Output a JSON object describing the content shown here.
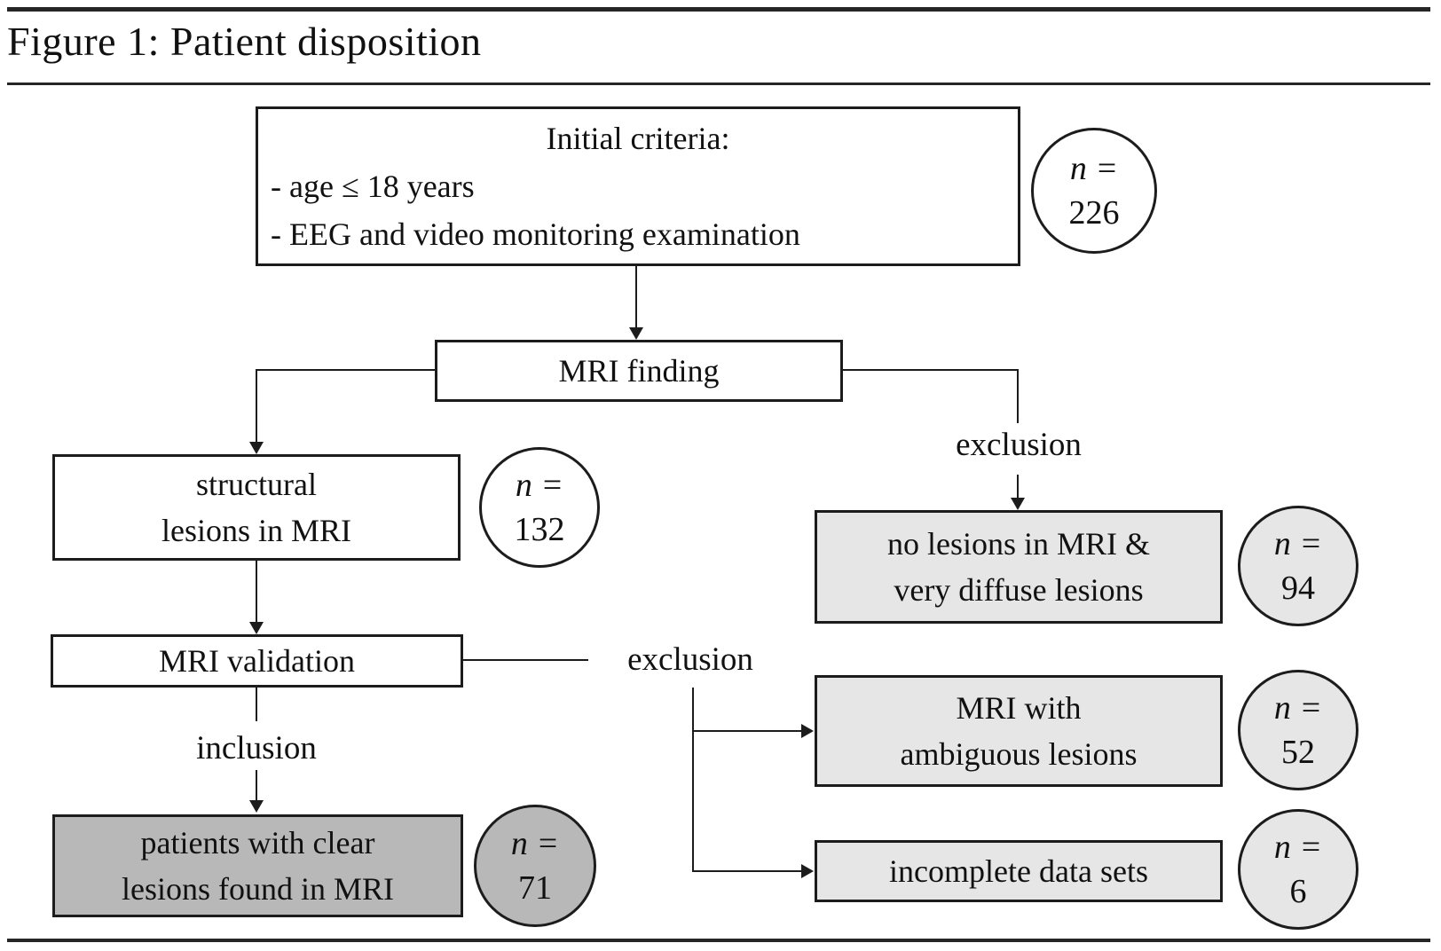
{
  "figure": {
    "title": "Figure 1: Patient disposition"
  },
  "nodes": {
    "initial": {
      "line1": "Initial criteria:",
      "line2": "- age ≤ 18 years",
      "line3": "- EEG and video monitoring examination",
      "n_label": "n =",
      "n_value": "226"
    },
    "mri_finding": {
      "label": "MRI finding"
    },
    "structural": {
      "line1": "structural",
      "line2": "lesions in MRI",
      "n_label": "n =",
      "n_value": "132"
    },
    "mri_validation": {
      "label": "MRI validation"
    },
    "patients_clear": {
      "line1": "patients with clear",
      "line2": "lesions found in MRI",
      "n_label": "n =",
      "n_value": "71"
    },
    "no_lesions": {
      "line1": "no lesions in MRI &",
      "line2": "very diffuse lesions",
      "n_label": "n =",
      "n_value": "94"
    },
    "ambiguous": {
      "line1": "MRI with",
      "line2": "ambiguous lesions",
      "n_label": "n =",
      "n_value": "52"
    },
    "incomplete": {
      "label": "incomplete data sets",
      "n_label": "n =",
      "n_value": "6"
    }
  },
  "edge_labels": {
    "exclusion_right": "exclusion",
    "exclusion_mid": "exclusion",
    "inclusion": "inclusion"
  },
  "colors": {
    "light_gray": "#e6e6e6",
    "dark_gray": "#b8b8b8",
    "line": "#1c1c1c",
    "background": "#ffffff"
  }
}
